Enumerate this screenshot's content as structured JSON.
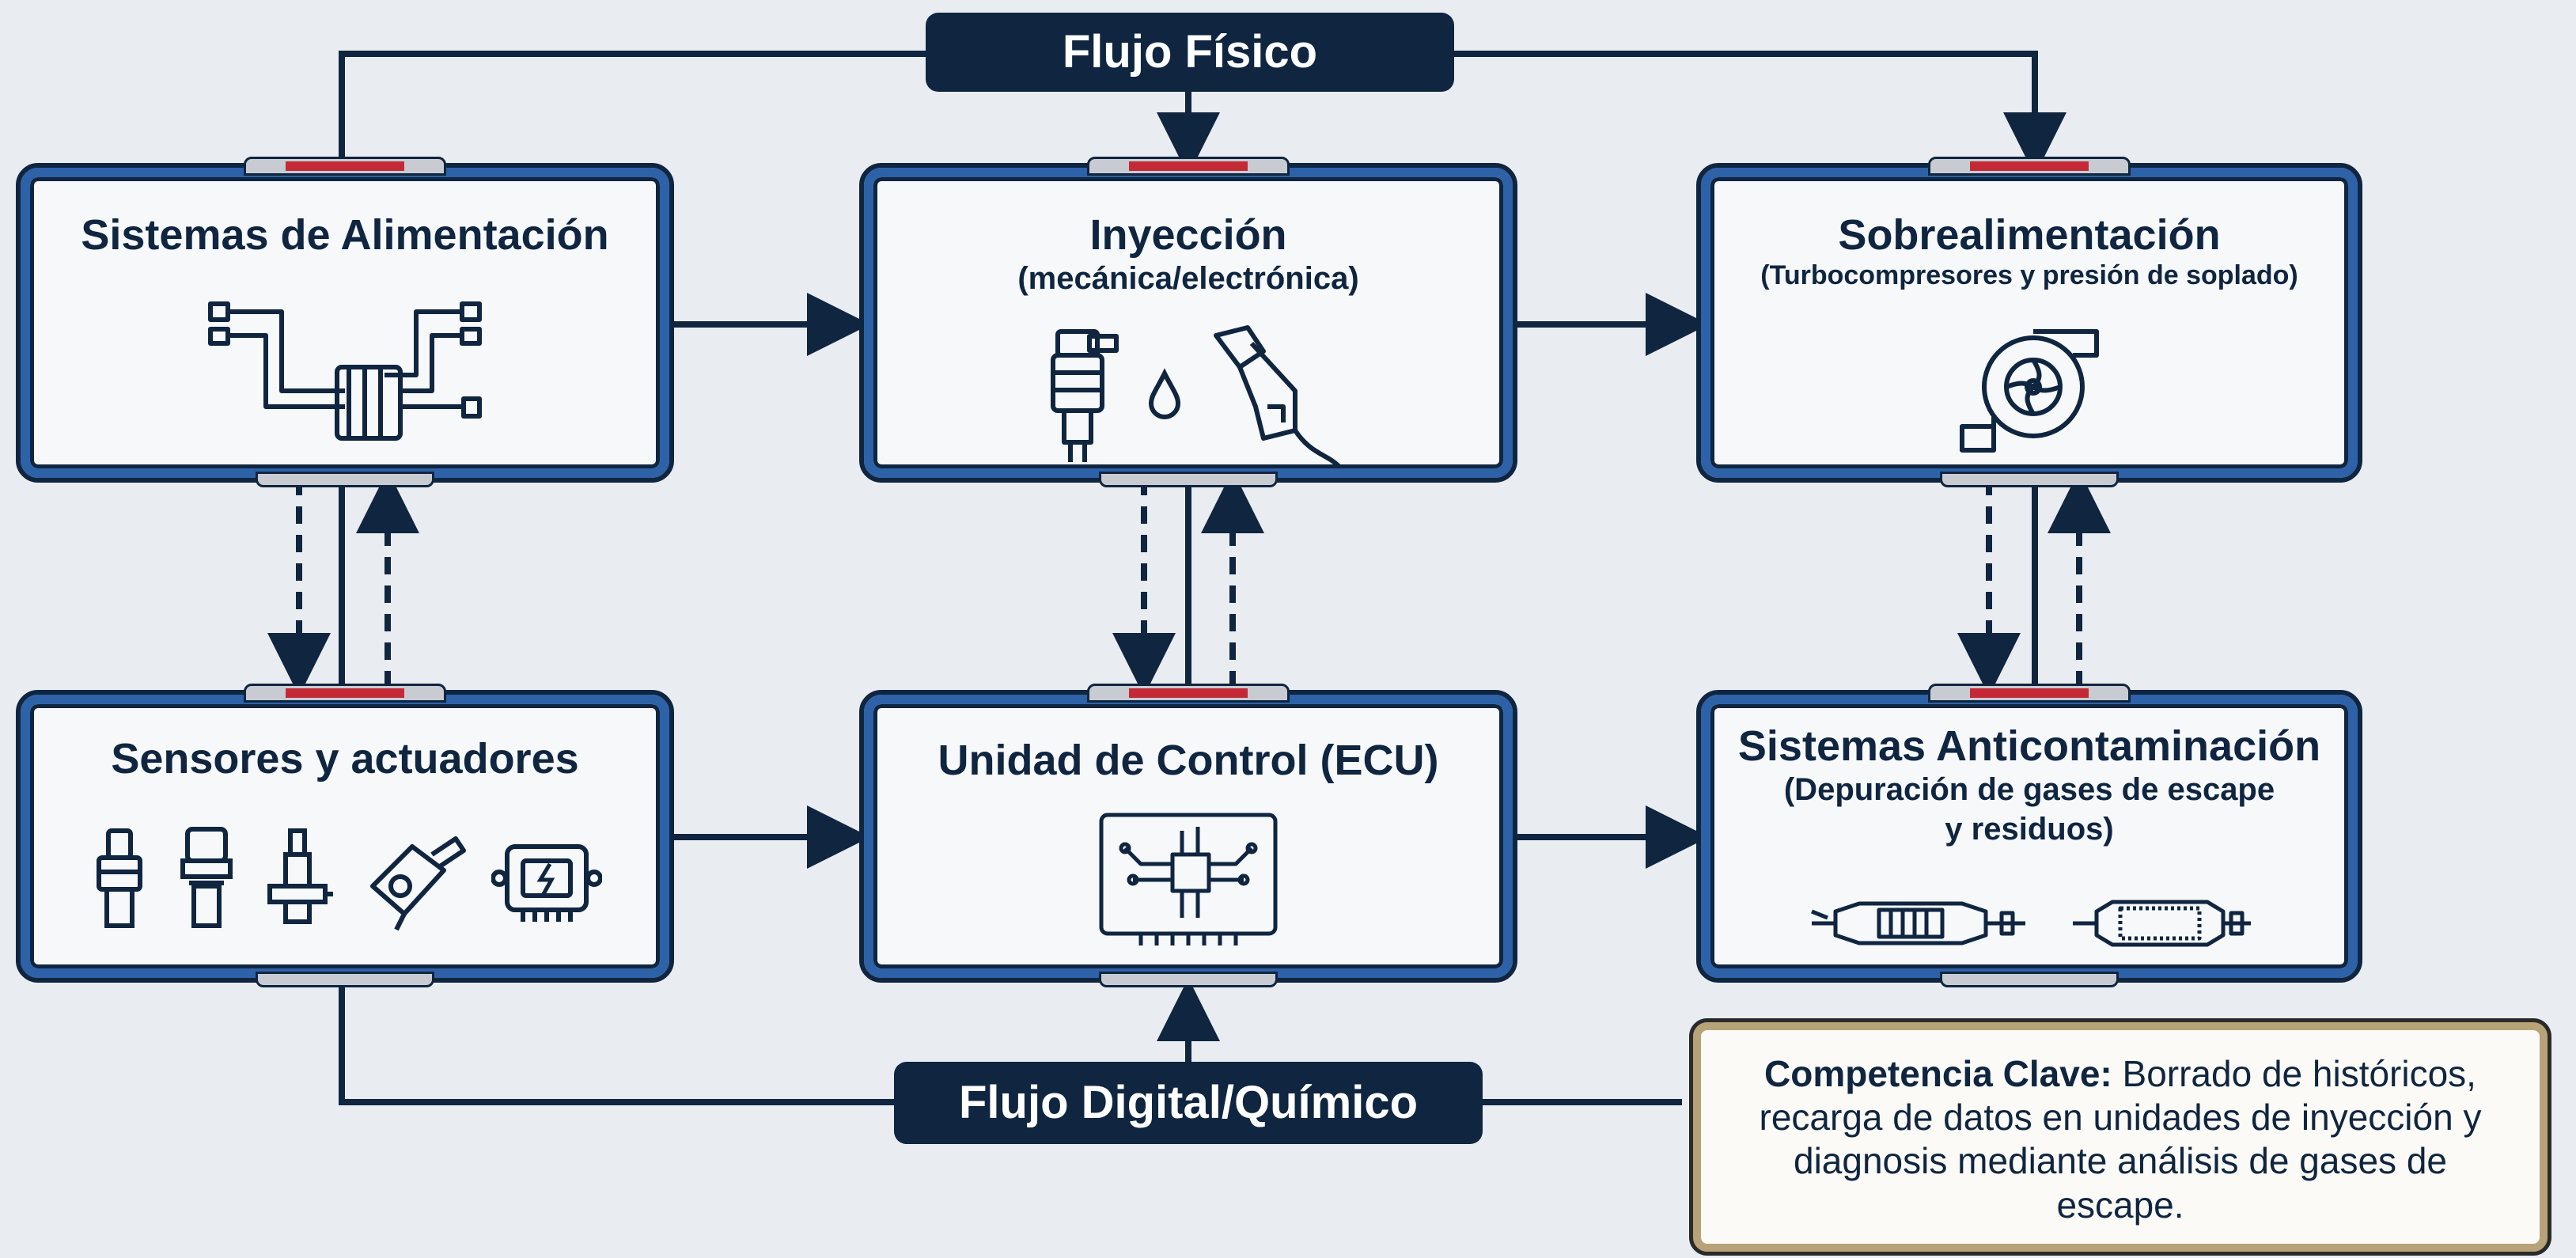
{
  "colors": {
    "navy": "#0f2540",
    "accent_blue": "#2e62a8",
    "accent_red": "#c42a35",
    "note_border": "#b8a278"
  },
  "flows": {
    "physical": "Flujo Físico",
    "digital": "Flujo Digital/Químico"
  },
  "boxes": {
    "alimentacion": {
      "title": "Sistemas de Alimentación",
      "icon": "fuel-rail-pump-icon"
    },
    "inyeccion": {
      "title": "Inyección",
      "subtitle": "(mecánica/electrónica)",
      "icons": [
        "fuel-injector-icon",
        "fuel-drop-icon",
        "fuel-nozzle-icon"
      ]
    },
    "sobrealimentacion": {
      "title": "Sobrealimentación",
      "subtitle": "(Turbocompresores y presión de soplado)",
      "icon": "turbocharger-icon"
    },
    "sensores": {
      "title": "Sensores y actuadores",
      "icons": [
        "sensor-icon",
        "connector-sensor-icon",
        "lambda-sensor-icon",
        "camshaft-sensor-icon",
        "actuator-module-icon"
      ]
    },
    "ecu": {
      "title": "Unidad de Control (ECU)",
      "icon": "circuit-board-icon"
    },
    "anticontaminacion": {
      "title": "Sistemas Anticontaminación",
      "subtitle_line1": "(Depuración de gases de escape",
      "subtitle_line2": "y residuos)",
      "icons": [
        "catalytic-converter-icon",
        "particulate-filter-icon"
      ]
    }
  },
  "note": {
    "key": "Competencia Clave:",
    "text": " Borrado de históricos, recarga de datos en unidades de inyección y diagnosis mediante análisis de gases de escape."
  }
}
